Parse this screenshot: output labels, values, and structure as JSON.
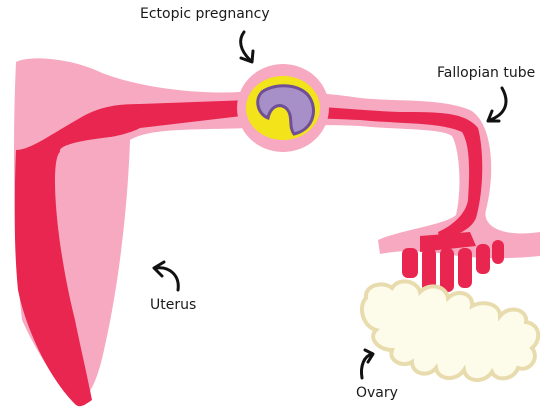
{
  "labels": {
    "ectopic": "Ectopic pregnancy",
    "tube": "Fallopian tube",
    "uterus": "Uterus",
    "ovary": "Ovary"
  },
  "colors": {
    "light_pink": "#f6a9c0",
    "deep_red": "#e8264f",
    "ring_yellow": "#f3e31a",
    "embryo_purple": "#a78fc8",
    "embryo_outline": "#6f4f96",
    "ovary_fill": "#fdfbe9",
    "ovary_outline": "#e8dcae",
    "arrow": "#111111"
  }
}
